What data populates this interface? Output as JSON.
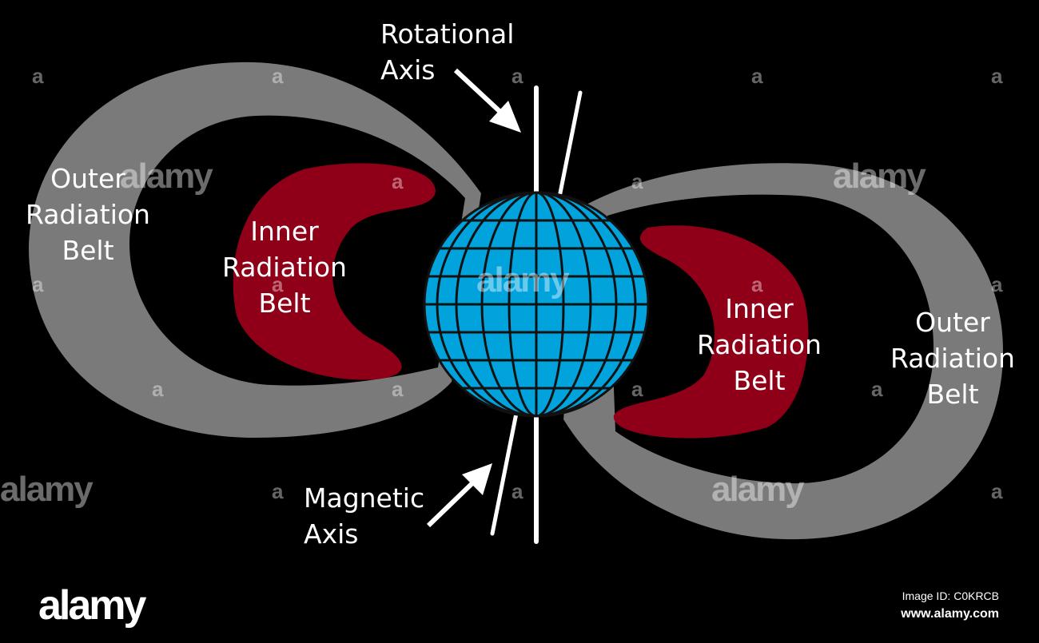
{
  "colors": {
    "background": "#000000",
    "outer_belt": "#7a7a7a",
    "inner_belt": "#8f0018",
    "earth": "#00a3dc",
    "earth_grid": "#111111",
    "axis": "#ffffff"
  },
  "labels": {
    "rotational_axis": [
      "Rotational",
      "Axis"
    ],
    "magnetic_axis": [
      "Magnetic",
      "Axis"
    ],
    "outer_belt_left": [
      "Outer",
      "Radiation",
      "Belt"
    ],
    "inner_belt_left": [
      "Inner",
      "Radiation",
      "Belt"
    ],
    "inner_belt_right": [
      "Inner",
      "Radiation",
      "Belt"
    ],
    "outer_belt_right": [
      "Outer",
      "Radiation",
      "Belt"
    ]
  },
  "watermark": {
    "logo_text": "alamy",
    "small_mark": "a",
    "image_id": "Image ID: C0KRCB",
    "site": "www.alamy.com"
  }
}
